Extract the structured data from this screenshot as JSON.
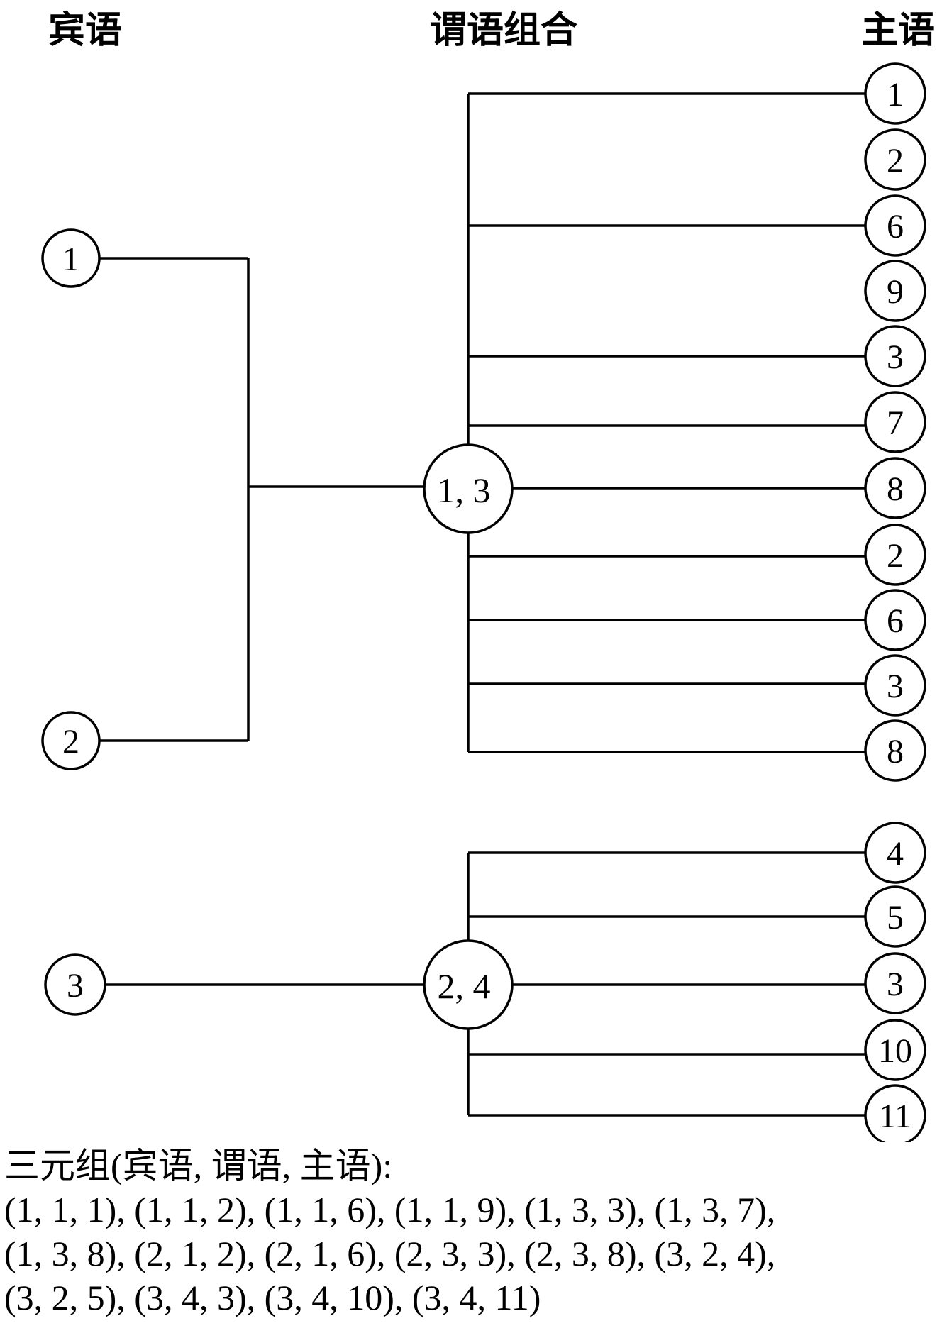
{
  "headers": {
    "object": "宾语",
    "predicate": "谓语组合",
    "subject": "主语"
  },
  "objects": [
    "1",
    "2",
    "3"
  ],
  "predicate_groups": [
    "1, 3",
    "2, 4"
  ],
  "subjects_group1": [
    "1",
    "2",
    "6",
    "9",
    "3",
    "7",
    "8",
    "2",
    "6",
    "3",
    "8"
  ],
  "subjects_group2": [
    "4",
    "5",
    "3",
    "10",
    "11"
  ],
  "caption": {
    "title": "三元组(宾语, 谓语, 主语):",
    "line1": "(1, 1, 1), (1, 1, 2), (1, 1, 6), (1, 1, 9), (1, 3, 3), (1, 3, 7),",
    "line2": "(1, 3, 8), (2, 1, 2), (2, 1, 6), (2, 3, 3), (2, 3, 8), (3, 2, 4),",
    "line3": "(3, 2, 5), (3, 4, 3), (3, 4, 10), (3, 4, 11)"
  }
}
